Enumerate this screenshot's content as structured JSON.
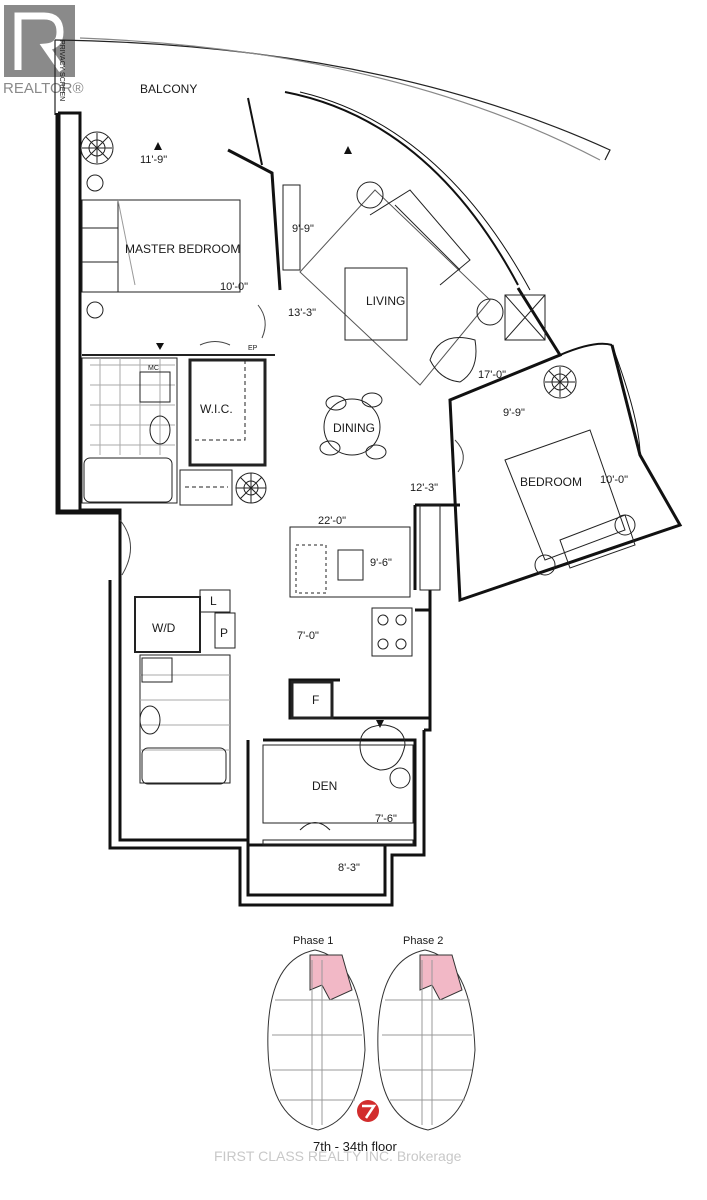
{
  "logo": {
    "text": "REALTOR®"
  },
  "rooms": {
    "balcony": "BALCONY",
    "privacy_screen": "PRIVACY SCREEN",
    "master_bedroom": "MASTER BEDROOM",
    "living": "LIVING",
    "dining": "DINING",
    "wic": "W.I.C.",
    "mc": "MC",
    "ep": "EP",
    "bedroom": "BEDROOM",
    "wd": "W/D",
    "l": "L",
    "p": "P",
    "f": "F",
    "den": "DEN"
  },
  "dimensions": {
    "master_width": "11'-9\"",
    "master_depth": "10'-0\"",
    "master_hall": "13'-3\"",
    "living_width": "9'-9\"",
    "living_length": "17'-0\"",
    "bedroom_width": "9'-9\"",
    "bedroom_depth": "10'-0\"",
    "bedroom_hall": "12'-3\"",
    "kitchen_length": "22'-0\"",
    "kitchen_width": "9'-6\"",
    "foyer": "7'-0\"",
    "den_width": "7'-6\"",
    "den_depth": "8'-3\""
  },
  "key_plan": {
    "phase1": "Phase 1",
    "phase2": "Phase 2",
    "floor_range": "7th - 34th floor",
    "highlight_color": "#f2b8c6"
  },
  "watermark": "FIRST CLASS REALTY INC. Brokerage"
}
